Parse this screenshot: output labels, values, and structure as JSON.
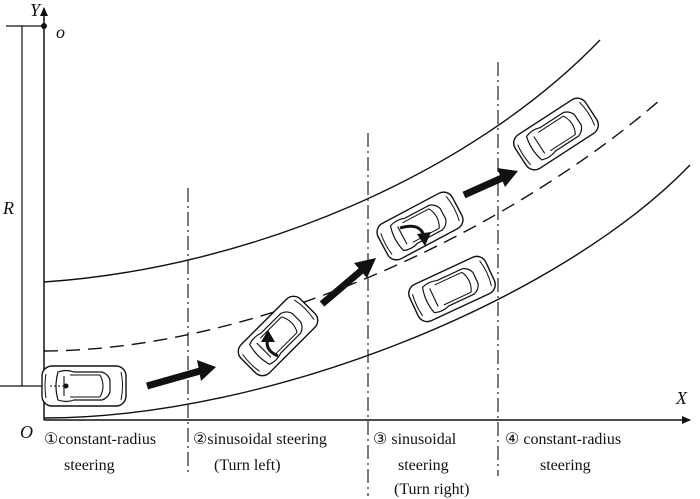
{
  "axes": {
    "y_label": "Y",
    "x_label": "X",
    "origin_label": "O",
    "center_label": "o",
    "radius_label": "R"
  },
  "phases": [
    {
      "lines": [
        "①constant-radius",
        "steering"
      ]
    },
    {
      "lines": [
        "②sinusoidal steering",
        "(Turn left)"
      ]
    },
    {
      "lines": [
        "③ sinusoidal",
        "steering",
        "(Turn right)"
      ]
    },
    {
      "lines": [
        "④ constant-radius",
        "steering"
      ]
    }
  ],
  "colors": {
    "ink": "#111111",
    "background": "#ffffff"
  }
}
